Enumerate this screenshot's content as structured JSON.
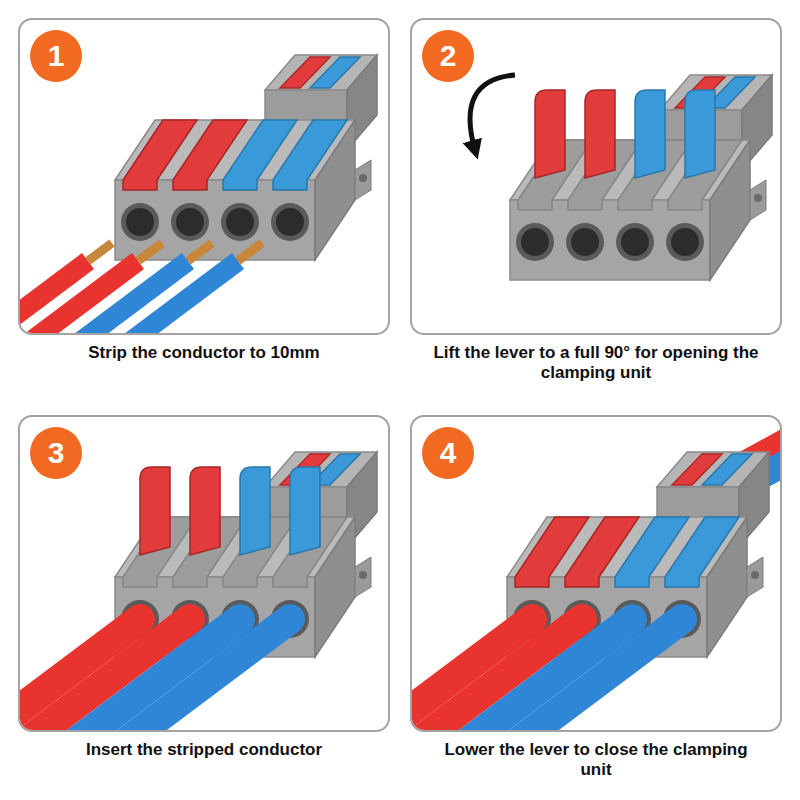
{
  "diagram": {
    "nodes": [
      {
        "text": [
          "Strip the conductor to 10mm"
        ]
      },
      {
        "text": [
          "1"
        ],
        "in": 0
      },
      {
        "text": [
          "Lift the lever to a full 90° for opening the clamping unit"
        ]
      },
      {
        "text": [
          "2"
        ],
        "in": 2
      },
      {
        "text": [
          "Insert the stripped conductor"
        ]
      },
      {
        "text": [
          "3"
        ],
        "in": 4
      },
      {
        "text": [
          "Lower the lever to close the clamping unit"
        ]
      },
      {
        "text": [
          "4"
        ],
        "in": 6
      }
    ]
  }
}
